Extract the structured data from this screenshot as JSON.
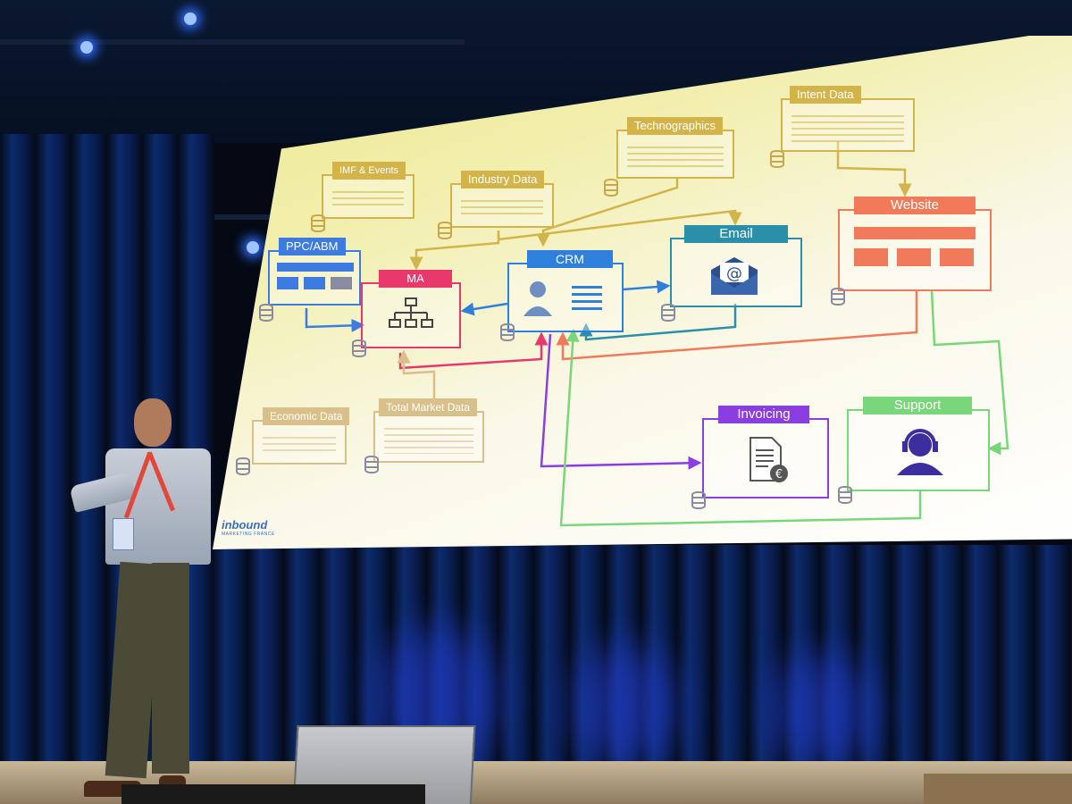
{
  "slide": {
    "boxes": {
      "imf_events": "IMF & Events",
      "industry_data": "Industry Data",
      "technographics": "Technographics",
      "intent_data": "Intent Data",
      "ppc_abm": "PPC/ABM",
      "ma": "MA",
      "crm": "CRM",
      "email": "Email",
      "website": "Website",
      "economic_data": "Economic Data",
      "total_market_data": "Total Market Data",
      "invoicing": "Invoicing",
      "support": "Support"
    },
    "logo": {
      "name": "inbound",
      "tagline": "MARKETING FRANCE"
    },
    "colors": {
      "data_sources": "#d2b44a",
      "market_sources": "#d9c08a",
      "ppc": "#3d7be0",
      "ma": "#e8386c",
      "crm": "#2f7fdc",
      "email": "#2a8fa8",
      "website": "#f07a5a",
      "invoicing": "#8a3ee0",
      "support": "#7ad67a"
    },
    "icons": {
      "ma": "org-chart-icon",
      "crm": "contact-card-icon",
      "email": "envelope-at-icon",
      "invoicing": "invoice-euro-icon",
      "support": "headset-agent-icon",
      "database": "database-icon"
    }
  },
  "scene": {
    "type": "conference-stage",
    "subject": "speaker presenting slide"
  }
}
